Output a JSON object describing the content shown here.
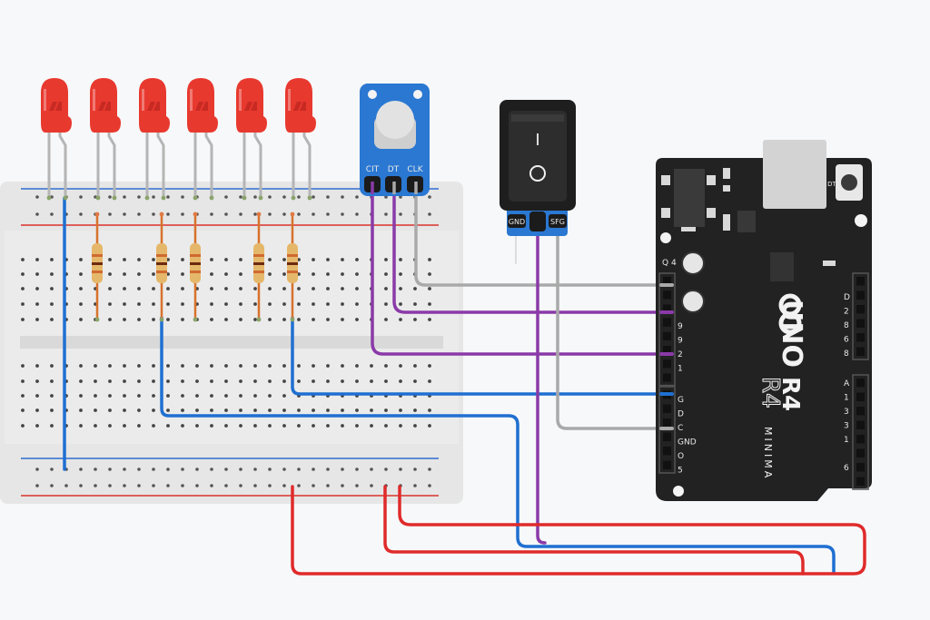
{
  "diagram": {
    "title": "",
    "leds": {
      "count": 6,
      "color": "#e8392f"
    },
    "resistors": {
      "count": 5
    },
    "encoder": {
      "pin_labels": [
        "CIT",
        "DT",
        "CLK"
      ]
    },
    "switch": {
      "on_symbol": "I",
      "off_symbol": "O",
      "pin_labels": [
        "GND",
        "SFG"
      ]
    },
    "board": {
      "name_line1": "UNO",
      "name_line2": "R4",
      "name_outline": "R4",
      "variant": "MINIMA",
      "reset_label": "DT",
      "left_header_top_label": "Q 4",
      "left_header_labels": [
        "9",
        "9",
        "2",
        "1"
      ],
      "power_header_labels": [
        "G",
        "D",
        "C",
        "GND",
        "O",
        "5"
      ],
      "right_header_labels": [
        "D",
        "2",
        "8",
        "6",
        "8"
      ],
      "analog_header_labels": [
        "A",
        "1",
        "3",
        "3",
        "1",
        "",
        "6"
      ]
    },
    "wire_colors": {
      "blue": "#1f6fd1",
      "purple": "#8a3aa8",
      "gray": "#a9a9a9",
      "red": "#e02a2a"
    }
  }
}
